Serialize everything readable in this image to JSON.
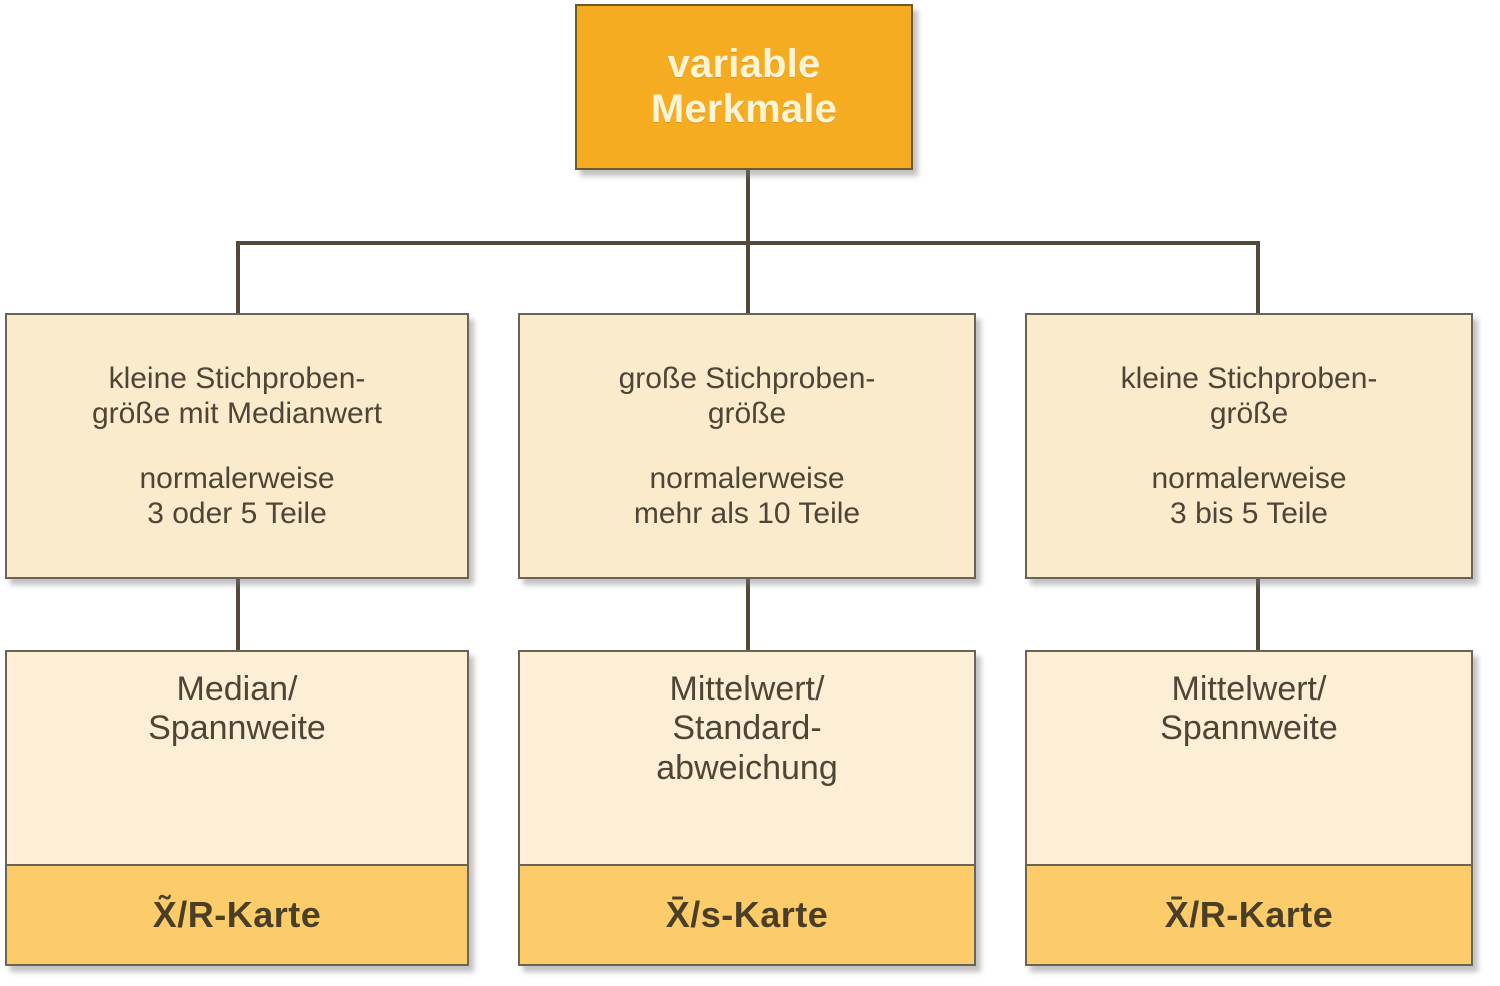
{
  "diagram": {
    "title": "variable Merkmale",
    "root": {
      "label": "variable\nMerkmale"
    },
    "criteria": [
      {
        "title": "kleine Stichproben-\ngröße mit Medianwert",
        "sub": "normalerweise\n3 oder 5 Teile"
      },
      {
        "title": "große Stichproben-\ngröße",
        "sub": "normalerweise\nmehr als 10 Teile"
      },
      {
        "title": "kleine Stichproben-\ngröße",
        "sub": "normalerweise\n3 bis 5 Teile"
      }
    ],
    "methods": [
      {
        "label": "Median/\nSpannweite",
        "chart": "X̃/R-Karte"
      },
      {
        "label": "Mittelwert/\nStandard-\nabweichung",
        "chart": "X̄/s-Karte"
      },
      {
        "label": "Mittelwert/\nSpannweite",
        "chart": "X̄/R-Karte"
      }
    ],
    "colors": {
      "root_fill": "#f5ac21",
      "root_text": "#fdf3d5",
      "criteria_fill": "#fbebcd",
      "method_fill": "#fdefd6",
      "method_footer_fill": "#fccc6b",
      "border": "#6b6353",
      "text": "#4d4535",
      "connector": "#53493a",
      "background": "#ffffff"
    }
  }
}
